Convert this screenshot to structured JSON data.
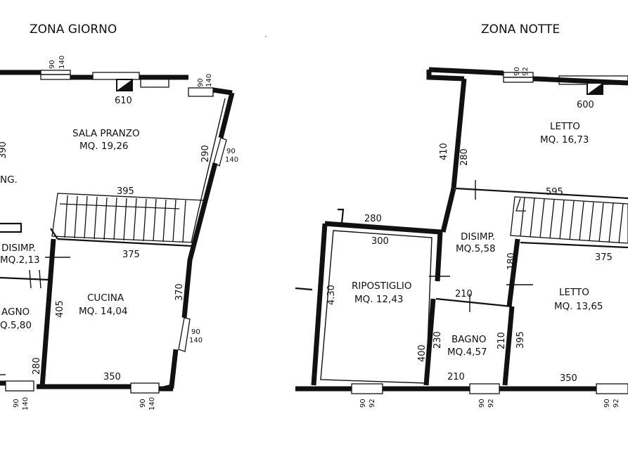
{
  "zones": {
    "left": "ZONA GIORNO",
    "right": "ZONA NOTTE"
  },
  "giorno": {
    "sala_name": "SALA PRANZO",
    "sala_area": "MQ. 19,26",
    "ing": "NG.",
    "cucina_name": "CUCINA",
    "cucina_area": "MQ. 14,04",
    "disimp_name": "DISIMP.",
    "disimp_area": "MQ.2,13",
    "bagno_name": "AGNO",
    "bagno_area": "Q.5,80",
    "dims": {
      "d610": "610",
      "d290": "290",
      "d395": "395",
      "d375": "375",
      "d370": "370",
      "d405": "405",
      "d350": "350",
      "d280": "280",
      "d390": "390"
    },
    "windows": {
      "w1_a": "90",
      "w1_b": "140",
      "w2_a": "90",
      "w2_b": "140",
      "w3_a": "90",
      "w3_b": "140",
      "w4_a": "90",
      "w4_b": "140",
      "w5_a": "90",
      "w5_b": "140",
      "w6_a": "90",
      "w6_b": "140"
    }
  },
  "notte": {
    "letto1_name": "LETTO",
    "letto1_area": "MQ. 16,73",
    "letto2_name": "LETTO",
    "letto2_area": "MQ. 13,65",
    "disimp_name": "DISIMP.",
    "disimp_area": "MQ.5,58",
    "ripostiglio_name": "RIPOSTIGLIO",
    "ripostiglio_area": "MQ. 12,43",
    "bagno_name": "BAGNO",
    "bagno_area": "MQ.4,57",
    "dims": {
      "d600": "600",
      "d410": "410",
      "d280a": "280",
      "d595": "595",
      "d280b": "280",
      "d300": "300",
      "d375": "375",
      "d180": "180",
      "d430": "4.30",
      "d210a": "210",
      "d400": "400",
      "d230": "230",
      "d210b": "210",
      "d395": "395",
      "d210c": "210",
      "d350": "350"
    },
    "windows": {
      "w1_a": "90",
      "w1_b": "92",
      "w2_a": "90",
      "w2_b": "92",
      "w3_a": "90",
      "w3_b": "92",
      "w4_a": "90",
      "w4_b": "92"
    }
  }
}
